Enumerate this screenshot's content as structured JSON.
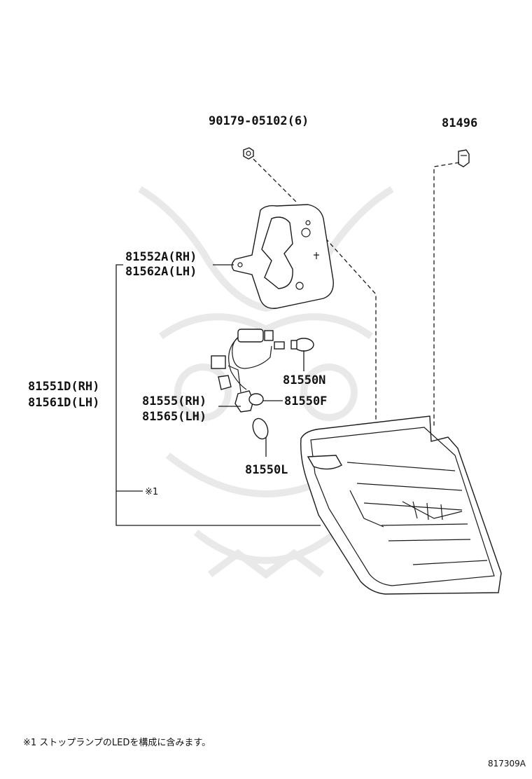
{
  "parts": {
    "screw": "90179-05102(6)",
    "clip": "81496",
    "socket_plate_rh": "81552A(RH)",
    "socket_plate_lh": "81562A(LH)",
    "lamp_assy_rh": "81551D(RH)",
    "lamp_assy_lh": "81561D(LH)",
    "bulb_n": "81550N",
    "socket_wire_rh": "81555(RH)",
    "socket_wire_lh": "81565(LH)",
    "bulb_f": "81550F",
    "bulb_l": "81550L"
  },
  "note_marker": "※1",
  "footnote": "※1 ストップランプのLEDを構成に含みます。",
  "illustration_number": "817309A"
}
